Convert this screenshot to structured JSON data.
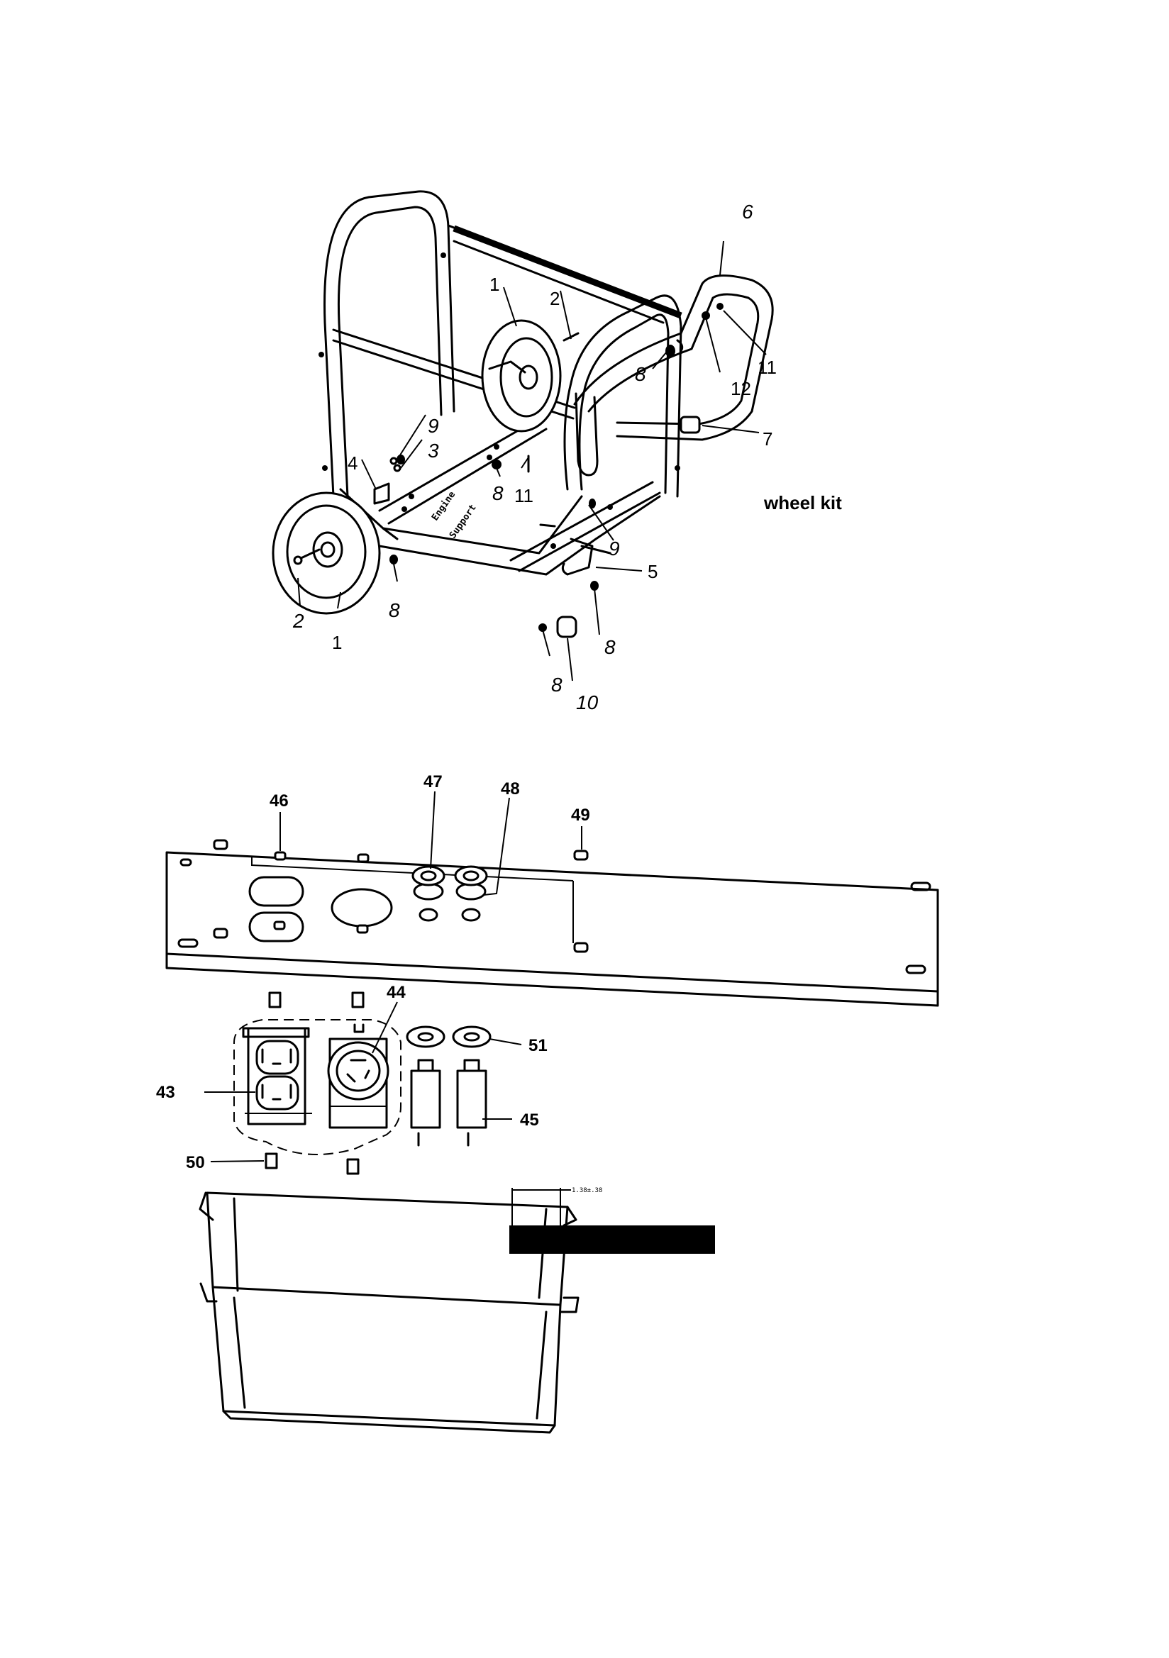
{
  "wheel_kit": {
    "title": "wheel kit",
    "stencil": [
      "Engine",
      "Support"
    ],
    "callouts": [
      "6",
      "1",
      "2",
      "8",
      "11",
      "12",
      "7",
      "9",
      "3",
      "4",
      "8",
      "11",
      "9",
      "5",
      "2",
      "1",
      "8",
      "8",
      "8",
      "10"
    ]
  },
  "panel": {
    "callouts": [
      "46",
      "47",
      "48",
      "49",
      "44",
      "51",
      "43",
      "45",
      "50"
    ],
    "dimension_note": "1.38±.38"
  }
}
